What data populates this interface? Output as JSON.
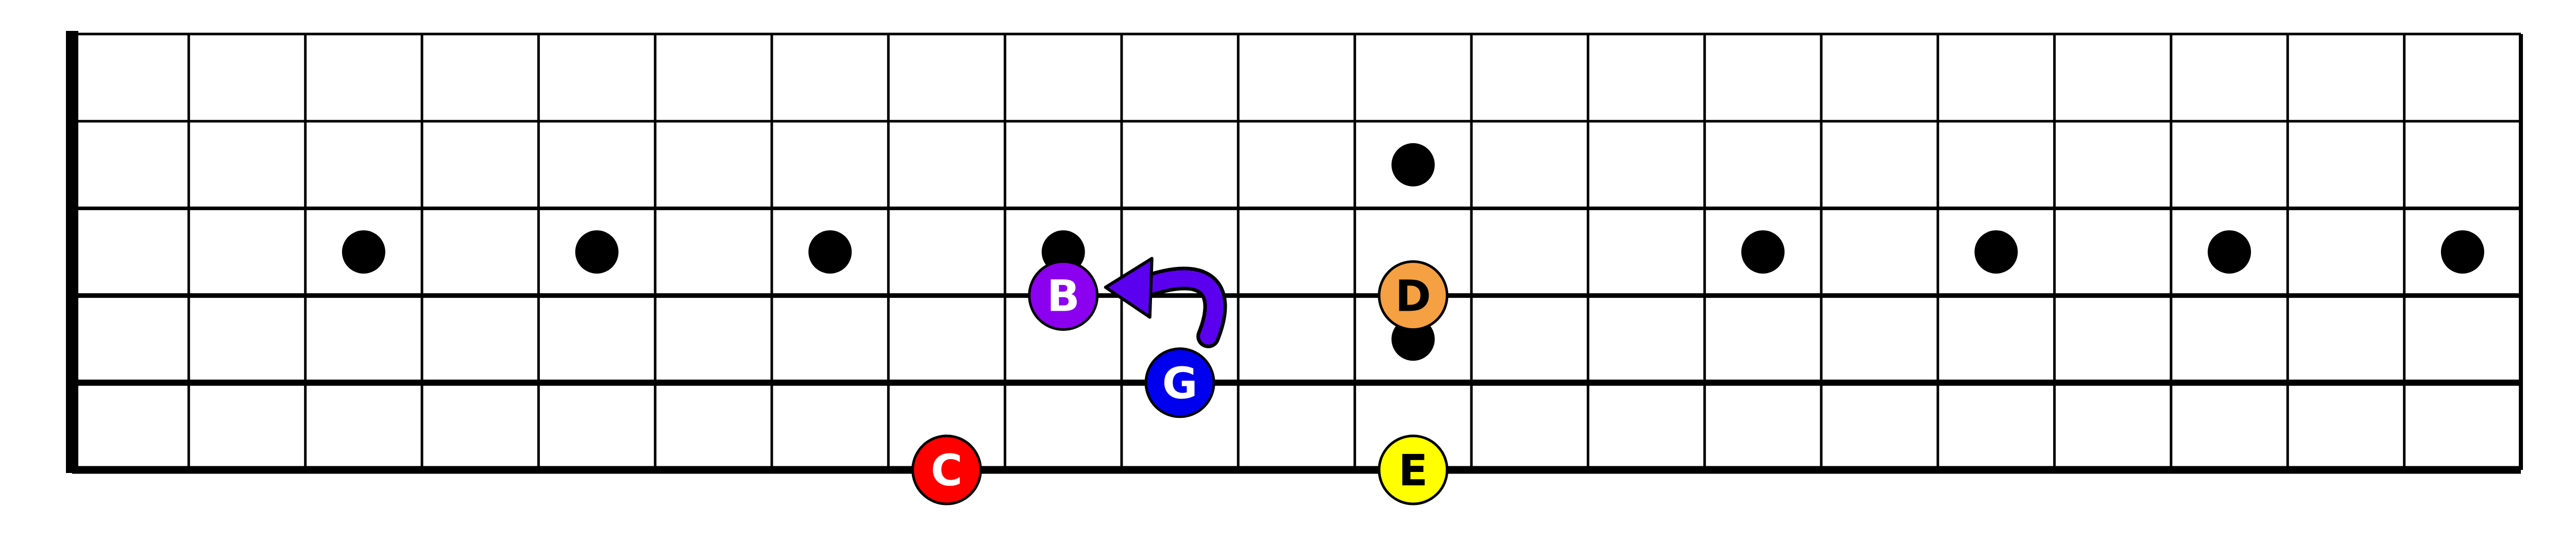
{
  "fretboard": {
    "frets": 21,
    "strings": 6,
    "inlay_markers": [
      {
        "string_gap": 3,
        "fret": 3
      },
      {
        "string_gap": 3,
        "fret": 5
      },
      {
        "string_gap": 3,
        "fret": 7
      },
      {
        "string_gap": 3,
        "fret": 9
      },
      {
        "string_gap": 2,
        "fret": 12
      },
      {
        "string_gap": 4,
        "fret": 12
      },
      {
        "string_gap": 3,
        "fret": 15
      },
      {
        "string_gap": 3,
        "fret": 17
      },
      {
        "string_gap": 3,
        "fret": 19
      },
      {
        "string_gap": 3,
        "fret": 21
      }
    ]
  },
  "notes": [
    {
      "label": "C",
      "color": "#ff0000",
      "text_color": "#ffffff",
      "string": 6,
      "fret": 8
    },
    {
      "label": "E",
      "color": "#ffff00",
      "text_color": "#000000",
      "string": 6,
      "fret": 12
    },
    {
      "label": "G",
      "color": "#0000ee",
      "text_color": "#ffffff",
      "string": 5,
      "fret": 10
    },
    {
      "label": "B",
      "color": "#8b00ee",
      "text_color": "#ffffff",
      "string": 4,
      "fret": 9
    },
    {
      "label": "D",
      "color": "#f5a042",
      "text_color": "#000000",
      "string": 4,
      "fret": 12
    }
  ],
  "arrow": {
    "from_note": "G",
    "to_note": "B",
    "color": "#5b00ee"
  },
  "colors": {
    "line": "#000000",
    "marker": "#000000",
    "background": "#ffffff"
  }
}
